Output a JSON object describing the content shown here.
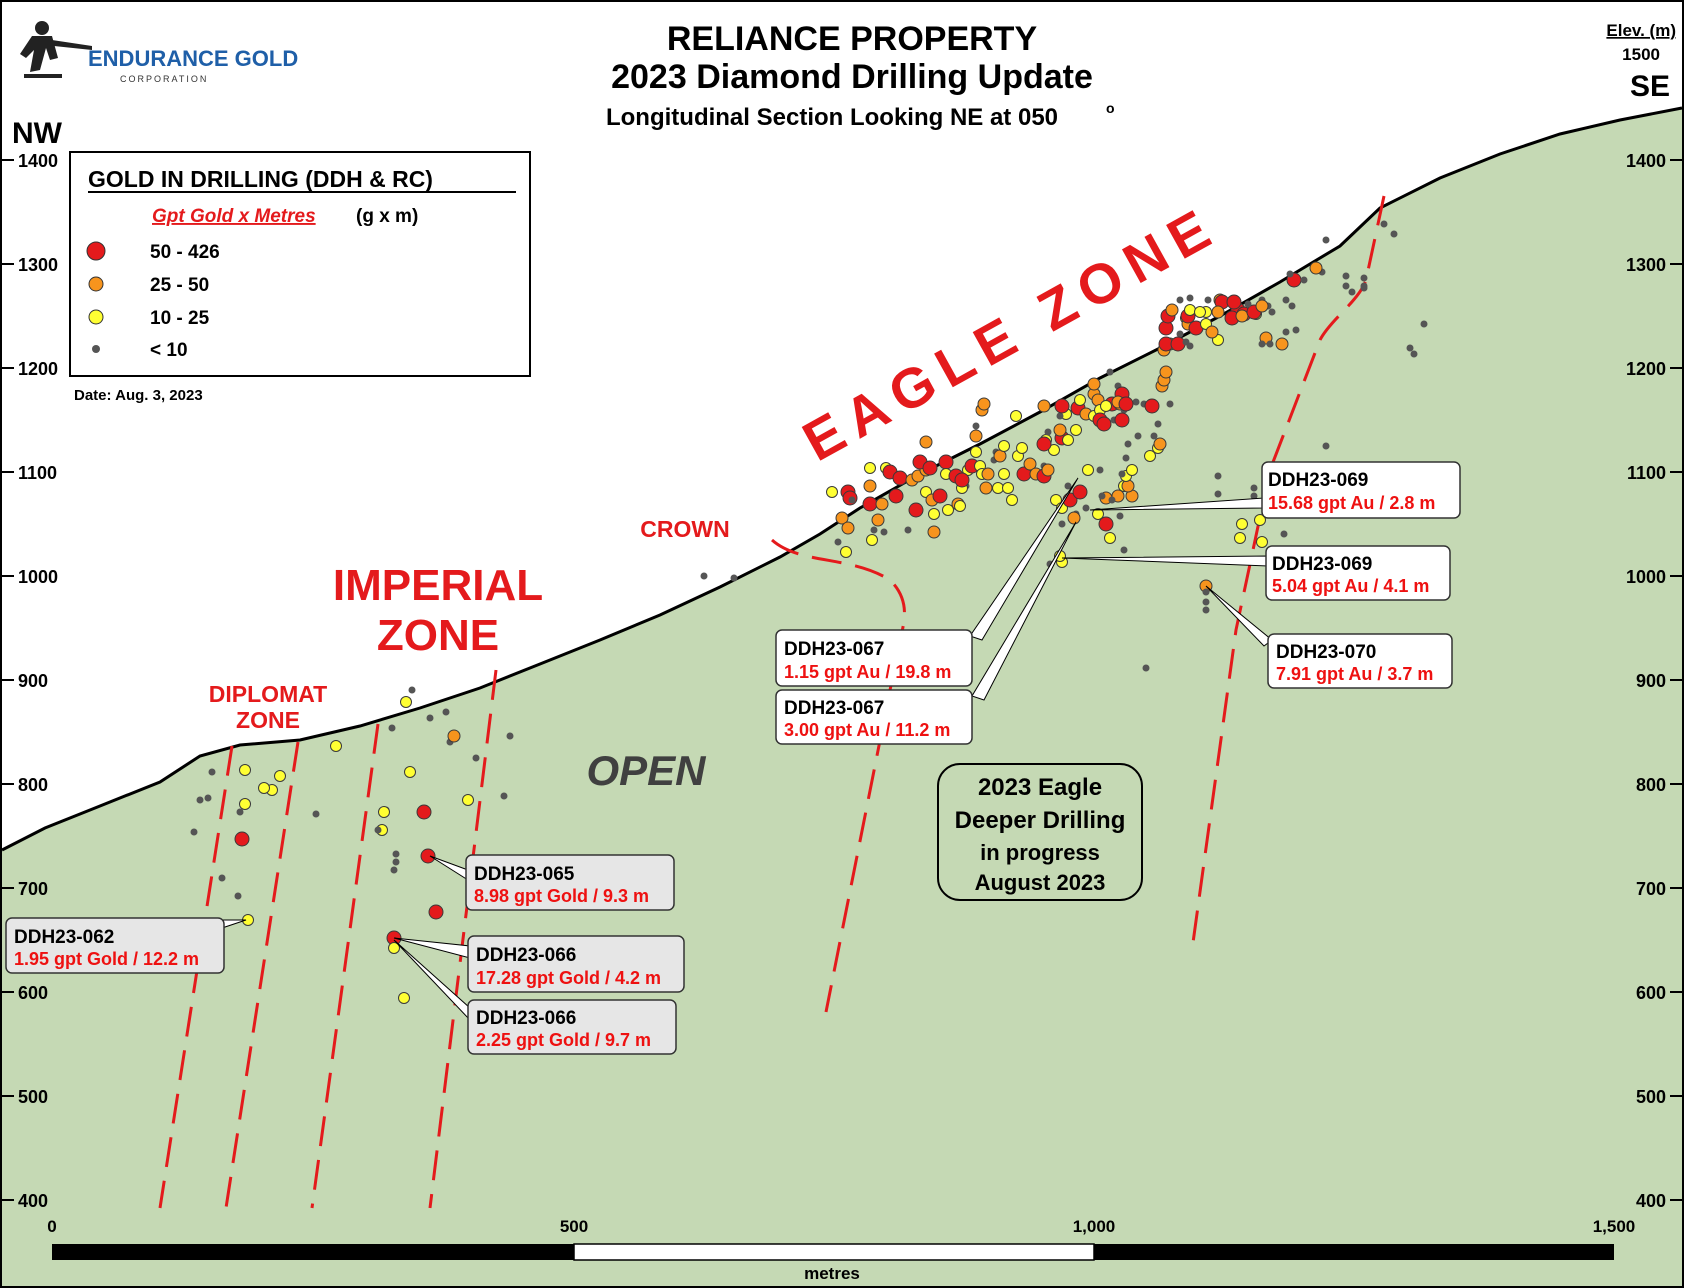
{
  "logo": {
    "company": "ENDURANCE GOLD",
    "subtitle": "CORPORATION"
  },
  "title": {
    "line1": "RELIANCE PROPERTY",
    "line2": "2023 Diamond Drilling Update",
    "subtitle": "Longitudinal Section Looking NE at 050",
    "degree": "o"
  },
  "orientation": {
    "left": "NW",
    "right": "SE"
  },
  "elev_header": {
    "label": "Elev. (m)",
    "top": "1500"
  },
  "legend": {
    "title": "GOLD IN DRILLING (DDH & RC)",
    "metric": "Gpt Gold x Metres",
    "unit": "(g x m)",
    "items": [
      {
        "label": "50 - 426",
        "color": "#e41a1c",
        "symbol": "large-circle"
      },
      {
        "label": "25 - 50",
        "color": "#f7941d",
        "symbol": "medium-circle"
      },
      {
        "label": "10 - 25",
        "color": "#ffff33",
        "symbol": "medium-circle"
      },
      {
        "label": "< 10",
        "color": "#555555",
        "symbol": "small-dot"
      }
    ],
    "date": "Date:  Aug. 3, 2023"
  },
  "elevation_ticks": [
    "1400",
    "1300",
    "1200",
    "1100",
    "1000",
    "900",
    "800",
    "700",
    "600",
    "500",
    "400"
  ],
  "zones": {
    "eagle": "EAGLE ZONE",
    "imperial_line1": "IMPERIAL",
    "imperial_line2": "ZONE",
    "crown": "CROWN",
    "diplomat_line1": "DIPLOMAT",
    "diplomat_line2": "ZONE",
    "open": "OPEN"
  },
  "callouts": [
    {
      "id": "DDH23-062",
      "result": "1.95 gpt Gold / 12.2 m"
    },
    {
      "id": "DDH23-065",
      "result": "8.98 gpt Gold / 9.3 m"
    },
    {
      "id": "DDH23-066",
      "result": "17.28 gpt Gold / 4.2 m"
    },
    {
      "id": "DDH23-066",
      "result": "2.25 gpt Gold / 9.7 m"
    },
    {
      "id": "DDH23-067",
      "result": "1.15 gpt Au / 19.8 m"
    },
    {
      "id": "DDH23-067",
      "result": "3.00 gpt Au / 11.2 m"
    },
    {
      "id": "DDH23-069",
      "result": "15.68 gpt Au / 2.8 m"
    },
    {
      "id": "DDH23-069",
      "result": "5.04 gpt Au / 4.1 m"
    },
    {
      "id": "DDH23-070",
      "result": "7.91 gpt Au / 3.7 m"
    }
  ],
  "progress_box": {
    "line1": "2023 Eagle",
    "line2": "Deeper Drilling",
    "line3": "in progress",
    "line4": "August 2023"
  },
  "scale_bar": {
    "ticks": [
      "0",
      "500",
      "1,000",
      "1,500"
    ],
    "unit": "metres"
  },
  "colors": {
    "ground": "#c5d9b4",
    "zone_red": "#e41a1c",
    "callout_fill": "#e6e6e6",
    "callout_red": "#ee1111"
  }
}
